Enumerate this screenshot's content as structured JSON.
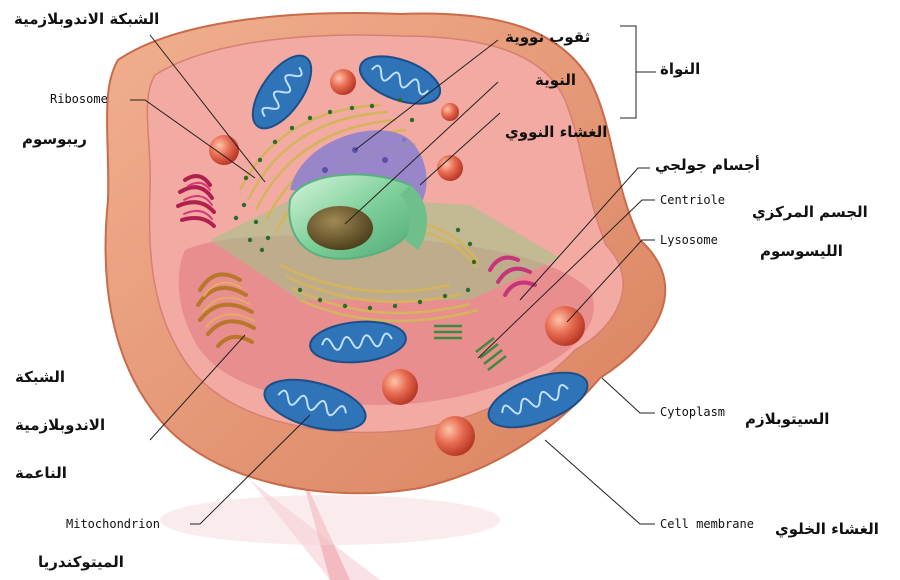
{
  "labels": {
    "er_rough_ar": "الشبكة الاندوبلازمية",
    "ribosome_en": "Ribosome",
    "ribosome_ar": "ريبوسوم",
    "nuclear_pores_ar": "ثقوب نووية",
    "nucleolus_ar": "النوية",
    "nucleus_ar": "النواة",
    "nuclear_membrane_ar": "الغشاء النووي",
    "golgi_ar": "أجسام جولجي",
    "centriole_en": "Centriole",
    "centrosome_ar": "الجسم المركزي",
    "lysosome_en": "Lysosome",
    "lysosome_ar": "الليسوسوم",
    "smooth_er_line1_ar": "الشبكة",
    "smooth_er_line2_ar": "الاندوبلازمية",
    "smooth_er_line3_ar": "الناعمة",
    "cytoplasm_en": "Cytoplasm",
    "cytoplasm_ar": "السيتوبلازم",
    "mitochondrion_en": "Mitochondrion",
    "mitochondrion_ar": "الميتوكندريا",
    "cell_membrane_en": "Cell membrane",
    "cell_membrane_ar": "الغشاء الخلوي"
  },
  "colors": {
    "outer_membrane": "#e79a7a",
    "cytoplasm": "#f0a9a0",
    "inner_cell": "#e98d8d",
    "mitochondria": "#2f73b9",
    "lysosome": "#e2553f",
    "golgi": "#c9892f",
    "rough_er": "#d8c37a",
    "nucleus_shell": "#8fd7a8",
    "nucleolus": "#6b5a2d",
    "envelope": "#8a7fd0",
    "ribosome_dots": "#2b6a2b"
  }
}
